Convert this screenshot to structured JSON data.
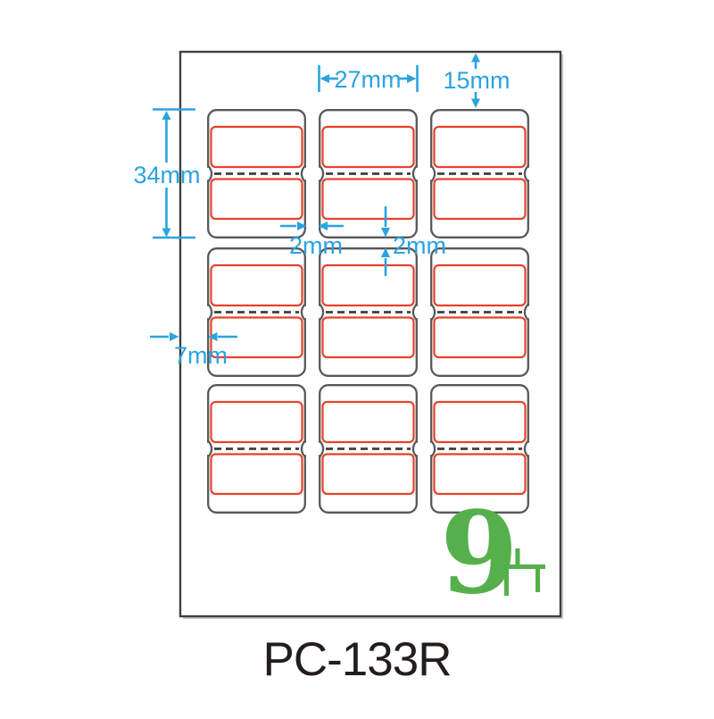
{
  "product": {
    "code": "PC-133R",
    "quantity": "9",
    "quantity_unit": "片"
  },
  "sheet": {
    "type": "label-sheet-template",
    "grid": {
      "rows": 3,
      "columns": 3,
      "labels_per_cell": 2,
      "total_labels": 9
    },
    "dimensions": {
      "label_width": "27mm",
      "top_margin": "15mm",
      "label_pair_height": "34mm",
      "column_gap": "2mm",
      "row_gap": "2mm",
      "left_margin": "7mm"
    }
  },
  "colors": {
    "annotation_blue": "#2BA3E0",
    "label_frame_red": "#E8422B",
    "sheet_outline": "#3E4142",
    "block_outline": "#56585A",
    "count_green": "#55B04B",
    "code_text": "#221E1C"
  }
}
